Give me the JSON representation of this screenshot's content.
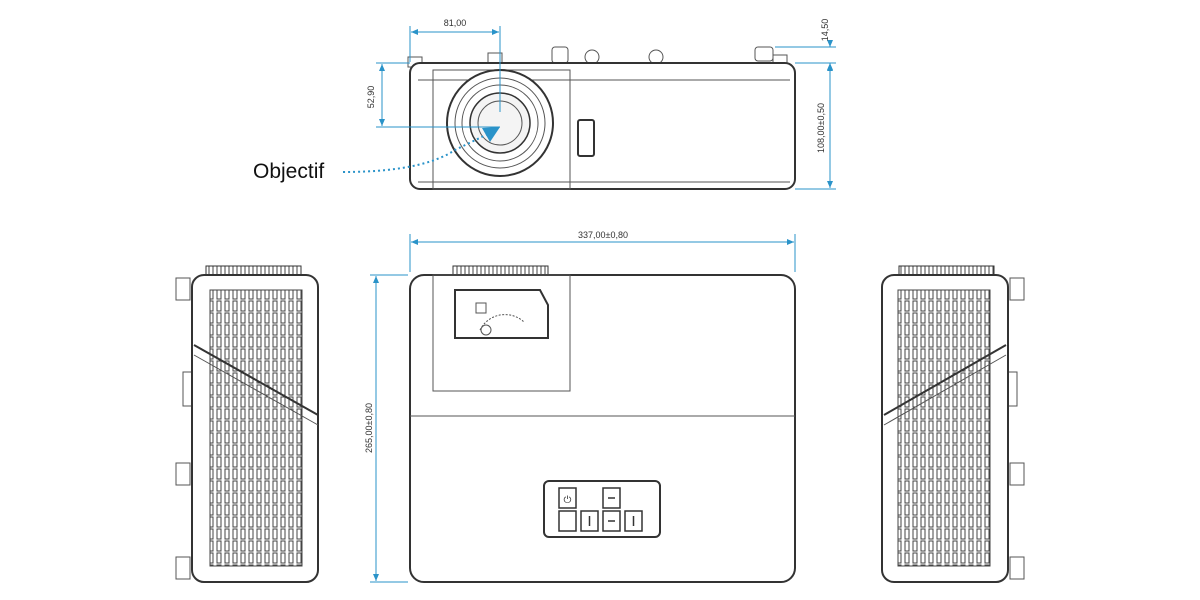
{
  "callout": {
    "label": "Objectif"
  },
  "dimensions": {
    "lens_offset_x": "81,00",
    "lens_height": "52,90",
    "top_knob_height": "14,50",
    "body_height": "108,00±0,50",
    "width": "337,00±0,80",
    "depth": "265,00±0,80"
  },
  "colors": {
    "dimension": "#2a93c9",
    "outline": "#333333"
  },
  "keypad_symbols": {
    "power": "⏻"
  }
}
